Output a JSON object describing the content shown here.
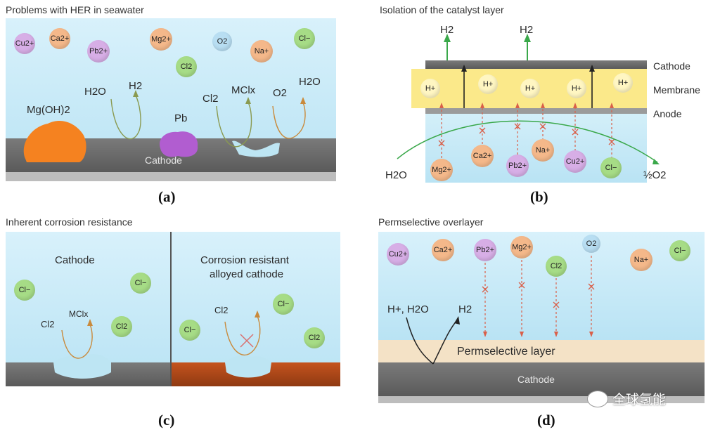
{
  "panel_a": {
    "title": "Problems with HER in seawater",
    "label": "(a)",
    "ions": [
      "Cu2+",
      "Ca2+",
      "Pb2+",
      "Mg2+",
      "O2",
      "Na+",
      "Cl−",
      "Cl2"
    ],
    "deposit_label": "Mg(OH)2",
    "pb_label": "Pb",
    "h2o_label": "H2O",
    "h2_label": "H2",
    "cl2_label": "Cl2",
    "mclx_label": "MClx",
    "o2_label": "O2",
    "h2o2_label": "H2O",
    "cathode": "Cathode"
  },
  "panel_b": {
    "title": "Isolation of the catalyst layer",
    "label": "(b)",
    "h2_left": "H2",
    "h2_right": "H2",
    "cathode": "Cathode",
    "membrane": "Membrane",
    "anode": "Anode",
    "protons": [
      "H+",
      "H+",
      "H+",
      "H+",
      "H+"
    ],
    "ions": [
      "Mg2+",
      "Ca2+",
      "Pb2+",
      "Na+",
      "Cu2+",
      "Cl−"
    ],
    "h2o_label": "H2O",
    "o2_label": "½O2"
  },
  "panel_c": {
    "title": "Inherent corrosion resistance",
    "label": "(c)",
    "left_title": "Cathode",
    "right_title_1": "Corrosion resistant",
    "right_title_2": "alloyed cathode",
    "cl_left_1": "Cl−",
    "cl_left_2": "Cl−",
    "cl2_left_ion": "Cl2",
    "cl2_left": "Cl2",
    "mclx": "MClx",
    "cl_right_1": "Cl−",
    "cl_right_2": "Cl−",
    "cl2_right": "Cl2",
    "cl2_right_ion": "Cl2"
  },
  "panel_d": {
    "title": "Permselective overlayer",
    "label": "(d)",
    "ions": [
      "Cu2+",
      "Ca2+",
      "Pb2+",
      "Mg2+",
      "O2",
      "Cl2",
      "Na+",
      "Cl−"
    ],
    "reactant": "H+, H2O",
    "product": "H2",
    "layer": "Permselective layer",
    "cathode": "Cathode"
  },
  "watermark": "全球氢能"
}
